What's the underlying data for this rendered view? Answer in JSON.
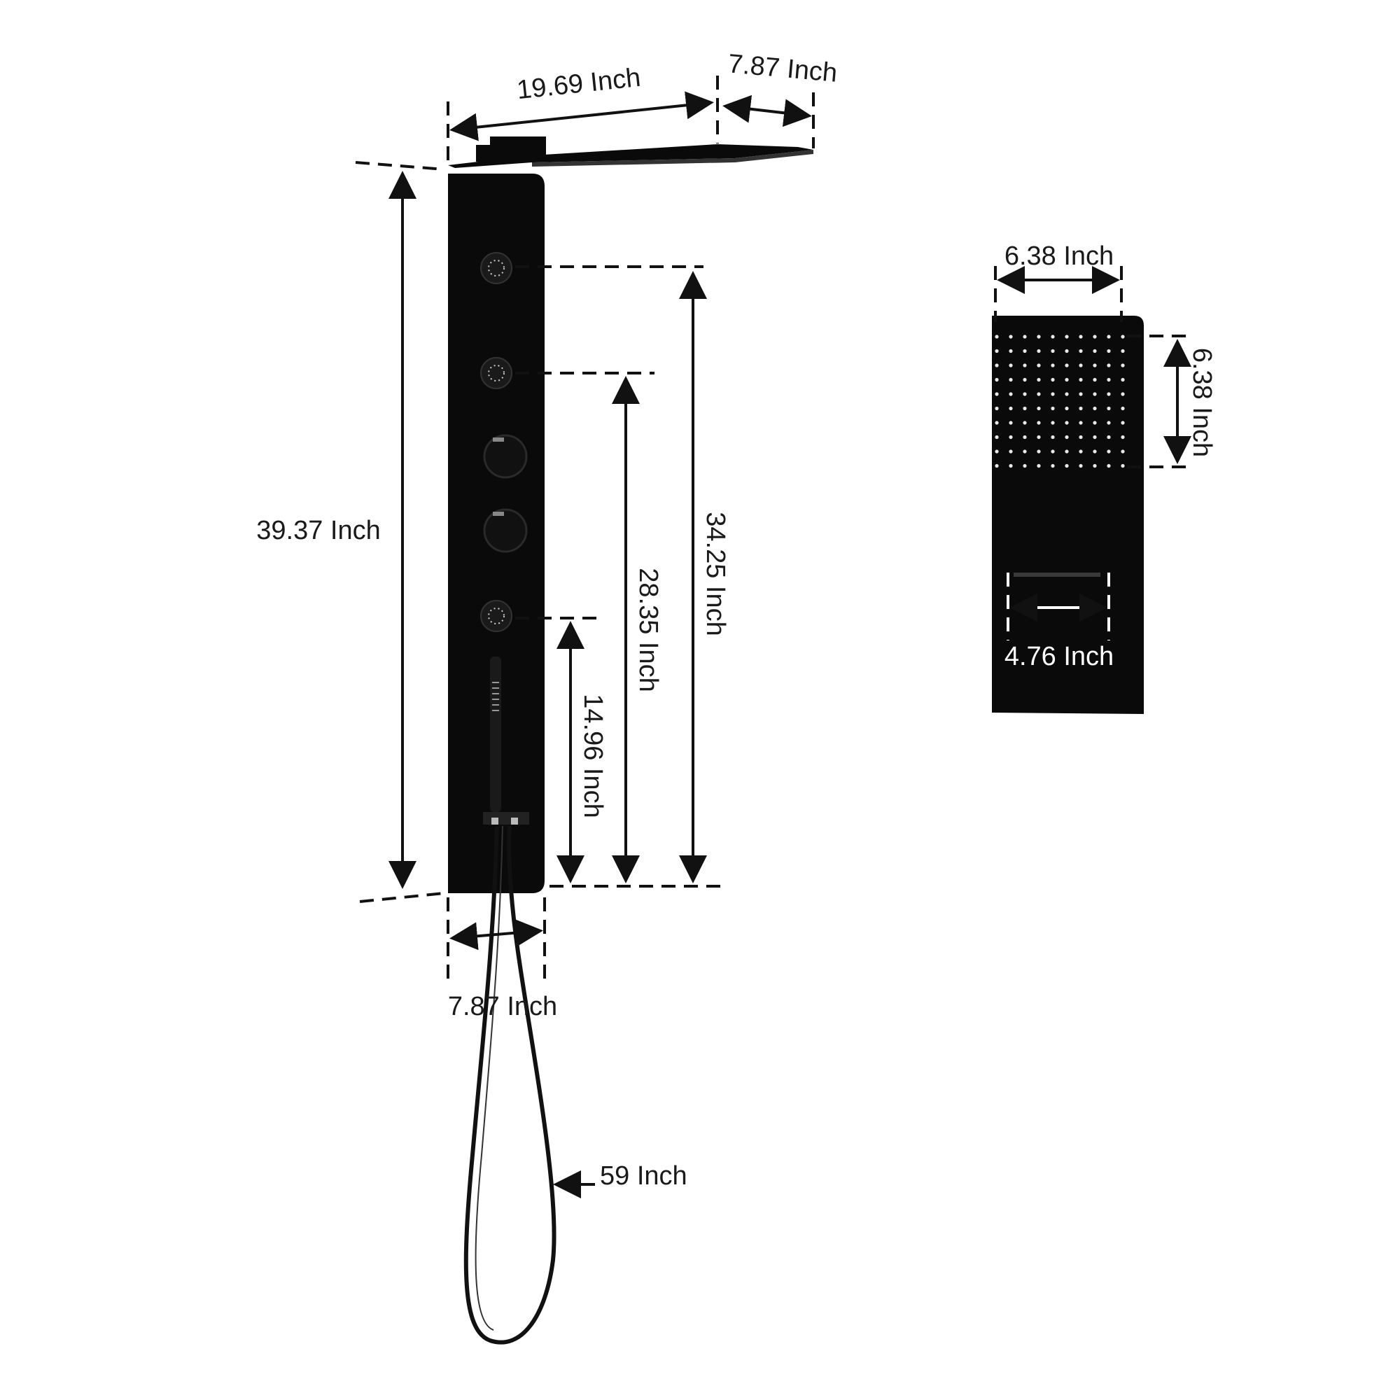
{
  "dimensions": {
    "head_width": "19.69 Inch",
    "head_depth": "7.87 Inch",
    "panel_height": "39.37 Inch",
    "jet_top_height": "34.25 Inch",
    "jet_middle_height": "28.35 Inch",
    "jet_bottom_height": "14.96 Inch",
    "panel_width": "7.87 Inch",
    "hose_length": "59 Inch",
    "spray_area_width": "6.38 Inch",
    "spray_area_height": "6.38 Inch",
    "waterfall_width": "4.76 Inch"
  },
  "colors": {
    "product": "#0a0a0a",
    "lines": "#111111",
    "background": "#ffffff"
  }
}
